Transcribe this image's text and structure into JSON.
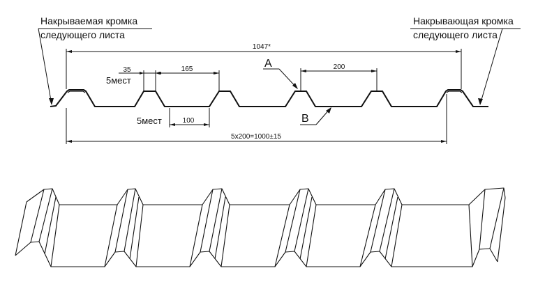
{
  "annotations": {
    "left_edge": {
      "line1": "Накрываемая кромка",
      "line2": "следующего листа"
    },
    "right_edge": {
      "line1": "Накрывающая кромка",
      "line2": "следующего листа"
    }
  },
  "dimensions": {
    "overall_width": "1047*",
    "top_flange": "35",
    "top_gap": "165",
    "pitch": "200",
    "bottom_flange": "100",
    "useful_width": "5x200=1000±15"
  },
  "count_labels": {
    "top": "5мест",
    "bottom": "5мест"
  },
  "callouts": {
    "a": "A",
    "b": "B"
  }
}
